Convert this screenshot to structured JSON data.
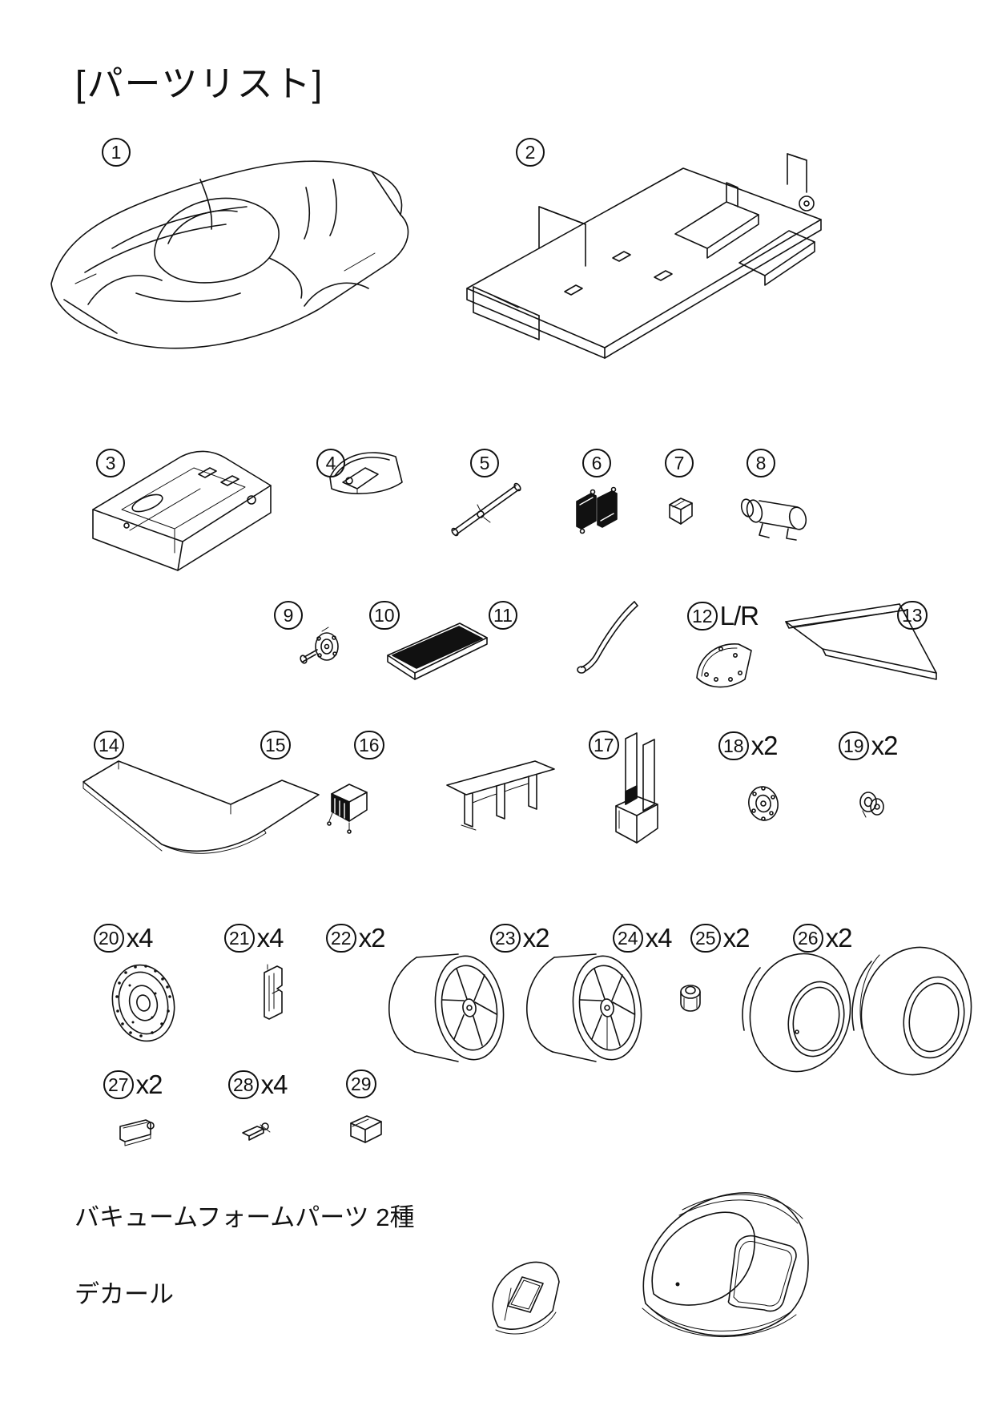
{
  "page": {
    "title": "[パーツリスト]",
    "vacuum_caption": "バキュームフォームパーツ 2種",
    "decal_caption": "デカール"
  },
  "parts": [
    {
      "label": "1",
      "qty": ""
    },
    {
      "label": "2",
      "qty": ""
    },
    {
      "label": "3",
      "qty": ""
    },
    {
      "label": "4",
      "qty": ""
    },
    {
      "label": "5",
      "qty": ""
    },
    {
      "label": "6",
      "qty": ""
    },
    {
      "label": "7",
      "qty": ""
    },
    {
      "label": "8",
      "qty": ""
    },
    {
      "label": "9",
      "qty": ""
    },
    {
      "label": "10",
      "qty": ""
    },
    {
      "label": "11",
      "qty": ""
    },
    {
      "label": "12",
      "qty": "L/R"
    },
    {
      "label": "13",
      "qty": ""
    },
    {
      "label": "14",
      "qty": ""
    },
    {
      "label": "15",
      "qty": ""
    },
    {
      "label": "16",
      "qty": ""
    },
    {
      "label": "17",
      "qty": ""
    },
    {
      "label": "18",
      "qty": "x2"
    },
    {
      "label": "19",
      "qty": "x2"
    },
    {
      "label": "20",
      "qty": "x4"
    },
    {
      "label": "21",
      "qty": "x4"
    },
    {
      "label": "22",
      "qty": "x2"
    },
    {
      "label": "23",
      "qty": "x2"
    },
    {
      "label": "24",
      "qty": "x4"
    },
    {
      "label": "25",
      "qty": "x2"
    },
    {
      "label": "26",
      "qty": "x2"
    },
    {
      "label": "27",
      "qty": "x2"
    },
    {
      "label": "28",
      "qty": "x4"
    },
    {
      "label": "29",
      "qty": ""
    }
  ]
}
